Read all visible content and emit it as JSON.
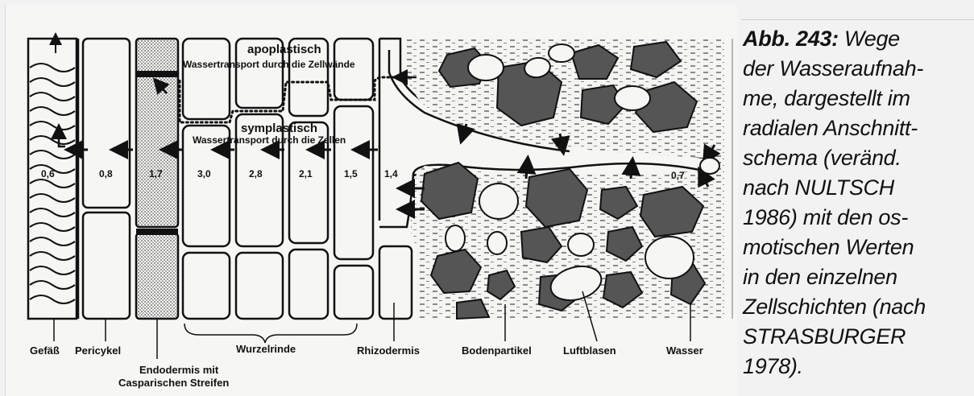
{
  "diagram": {
    "header_labels": {
      "apoplastic_title": "apoplastisch",
      "apoplastic_sub": "Wassertransport durch die Zellwände",
      "symplastic_title": "symplastisch",
      "symplastic_sub": "Wassertransport durch die Zellen"
    },
    "osmotic_values": [
      "0,6",
      "0,8",
      "1,7",
      "3,0",
      "2,8",
      "2,1",
      "1,5",
      "1,4",
      "0,7"
    ],
    "bottom_labels": {
      "gefaess": "Gefäß",
      "pericykel": "Pericykel",
      "endodermis_line1": "Endodermis mit",
      "endodermis_line2": "Casparischen Streifen",
      "wurzelrinde": "Wurzelrinde",
      "rhizodermis": "Rhizodermis",
      "bodenpartikel": "Bodenpartikel",
      "luftblasen": "Luftblasen",
      "wasser": "Wasser"
    }
  },
  "caption": {
    "figure_number": "Abb. 243:",
    "lines": [
      "Wege",
      "der Wasseraufnah-",
      "me, dargestellt im",
      "radialen Anschnitt-",
      "schema (veränd.",
      "nach NULTSCH",
      "1986) mit den os-",
      "motischen Werten",
      "in den einzelnen",
      "Zellschichten (nach",
      "STRASBURGER",
      "1978)."
    ]
  }
}
